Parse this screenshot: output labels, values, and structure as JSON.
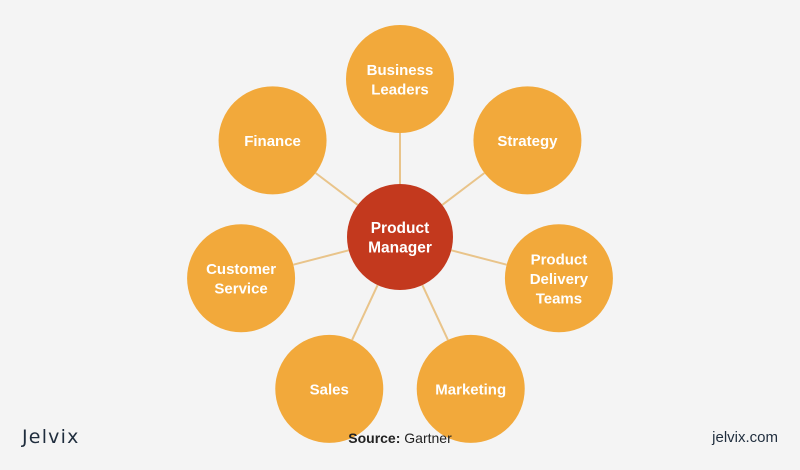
{
  "colors": {
    "node_fill": "#F2A93B",
    "center_fill": "#C3391E",
    "connector": "#E9C48A",
    "background": "#F4F4F4"
  },
  "diagram": {
    "center": {
      "lines": [
        "Product",
        "Manager"
      ]
    },
    "nodes": [
      {
        "id": "business-leaders",
        "lines": [
          "Business",
          "Leaders"
        ]
      },
      {
        "id": "strategy",
        "lines": [
          "Strategy"
        ]
      },
      {
        "id": "product-delivery-teams",
        "lines": [
          "Product",
          "Delivery",
          "Teams"
        ]
      },
      {
        "id": "marketing",
        "lines": [
          "Marketing"
        ]
      },
      {
        "id": "sales",
        "lines": [
          "Sales"
        ]
      },
      {
        "id": "customer-service",
        "lines": [
          "Customer",
          "Service"
        ]
      },
      {
        "id": "finance",
        "lines": [
          "Finance"
        ]
      }
    ]
  },
  "footer": {
    "brand": "Jelvix",
    "source_key": "Source:",
    "source_value": "Gartner",
    "url": "jelvix.com"
  }
}
